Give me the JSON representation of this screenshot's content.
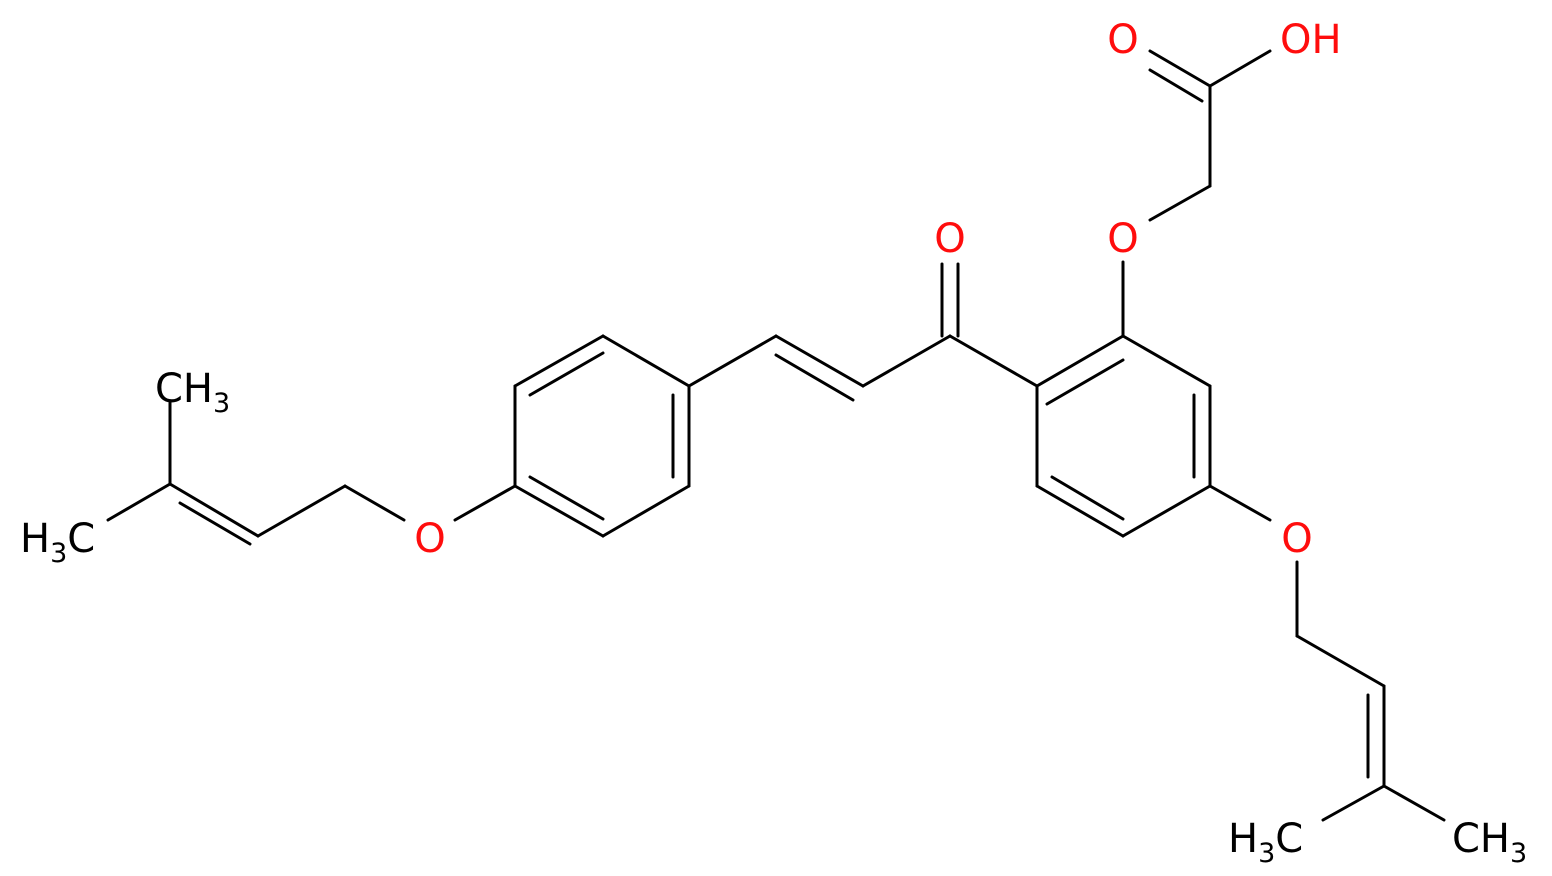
{
  "molecule": {
    "atom_labels": {
      "carbonyl_oxygen": "O",
      "ether_oxygen_ortho": "O",
      "acid_carbonyl_oxygen": "O",
      "acid_hydroxyl": "OH",
      "ether_oxygen_para_right": "O",
      "ether_oxygen_para_left": "O",
      "methyl_left_top": {
        "main": "CH",
        "sub": "3"
      },
      "methyl_left_bottom": {
        "main": "H",
        "sub": "3",
        "tail": "C"
      },
      "methyl_right_left": {
        "main": "H",
        "sub": "3",
        "tail": "C"
      },
      "methyl_right_right": {
        "main": "CH",
        "sub": "3"
      }
    },
    "colors": {
      "bond": "#000000",
      "oxygen": "#ff0d0d",
      "carbon": "#000000"
    }
  }
}
